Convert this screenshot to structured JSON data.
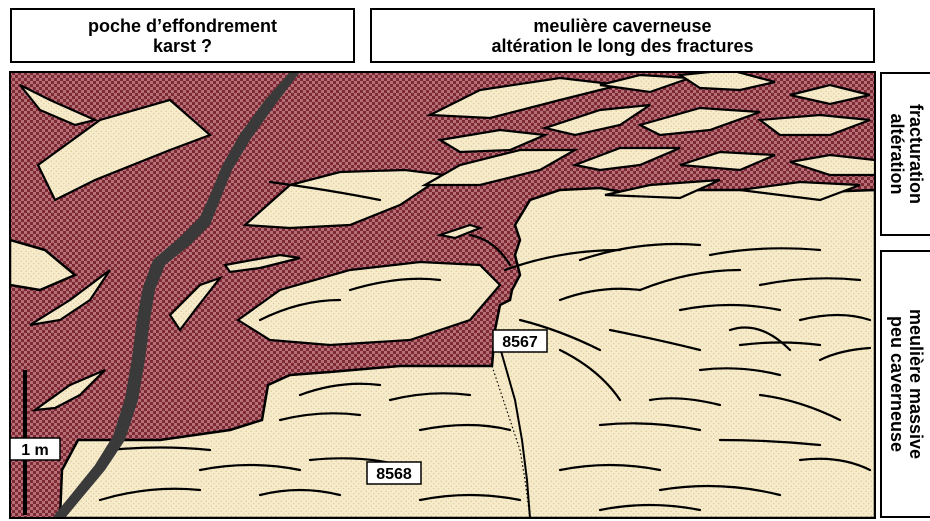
{
  "headers": {
    "left": [
      "poche d’effondrement",
      "karst ?"
    ],
    "right": [
      "meulière caverneuse",
      "altération le long des fractures"
    ]
  },
  "side_labels": {
    "top": "fracturation\naltération",
    "bottom": "meulière massive\npeu caverneuse"
  },
  "sample_labels": {
    "upper": "8567",
    "lower": "8568"
  },
  "scale_bar": {
    "label": "1 m"
  },
  "colors": {
    "karst_fill": "#9a4a55",
    "rock_fill": "#f3e8c6",
    "outline": "#000000",
    "fracture_band": "#3a3a3a"
  }
}
